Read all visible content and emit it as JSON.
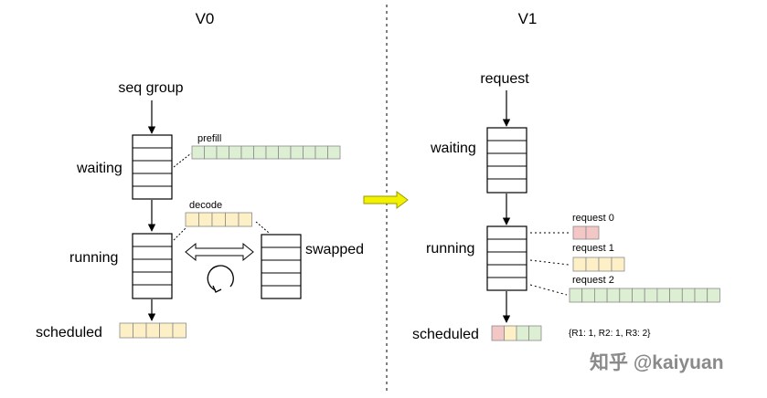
{
  "v0": {
    "title": "V0",
    "input_label": "seq group",
    "waiting_label": "waiting",
    "running_label": "running",
    "swapped_label": "swapped",
    "scheduled_label": "scheduled",
    "prefill_label": "prefill",
    "decode_label": "decode"
  },
  "v1": {
    "title": "V1",
    "input_label": "request",
    "waiting_label": "waiting",
    "running_label": "running",
    "scheduled_label": "scheduled",
    "requests": [
      {
        "label": "request 0",
        "cells": 2,
        "color": "#f4c7c7"
      },
      {
        "label": "request 1",
        "cells": 4,
        "color": "#fdefc6"
      },
      {
        "label": "request 2",
        "cells": 12,
        "color": "#dcefd3"
      }
    ],
    "scheduled_cells": [
      {
        "color": "#f4c7c7"
      },
      {
        "color": "#fdefc6"
      },
      {
        "color": "#dcefd3"
      },
      {
        "color": "#dcefd3"
      }
    ],
    "schedule_map": "{R1: 1, R2: 1, R3: 2}"
  },
  "watermark": "知乎 @kaiyuan",
  "colors": {
    "prefill_cell": "#dcefd3",
    "decode_cell": "#fdefc6",
    "v0_scheduled_cell": "#fdefc6",
    "transition_arrow": "#f2f200",
    "line": "#000000"
  }
}
